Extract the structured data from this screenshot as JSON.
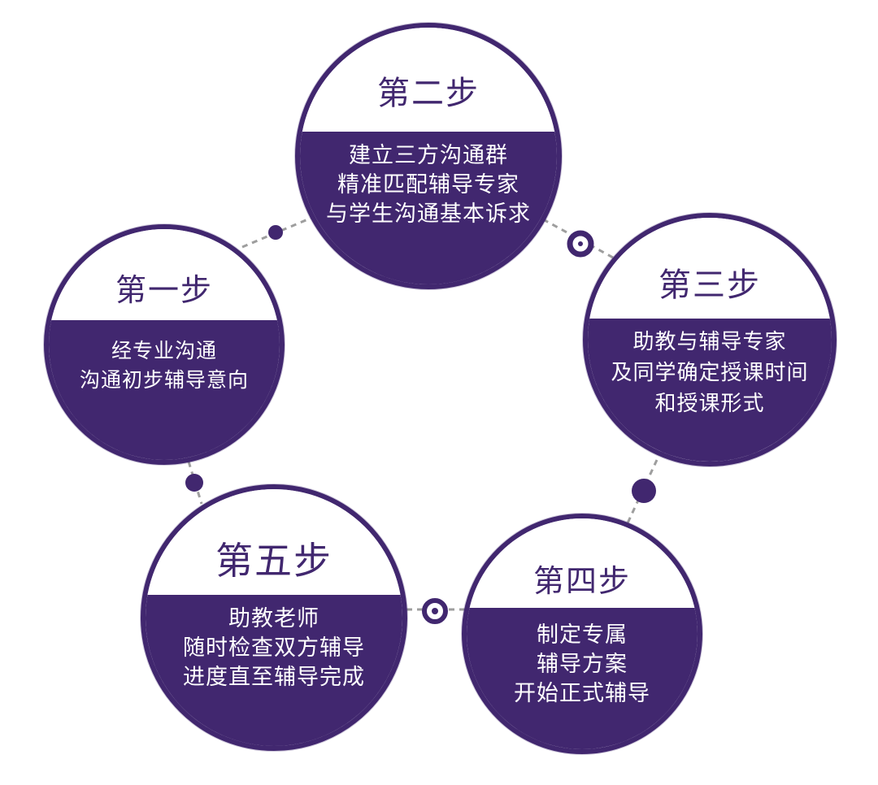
{
  "colors": {
    "primary": "#41276f",
    "connector": "#9e9e9e",
    "background": "#ffffff"
  },
  "steps": [
    {
      "title": "第一步",
      "lines": [
        "经专业沟通",
        "沟通初步辅导意向"
      ]
    },
    {
      "title": "第二步",
      "lines": [
        "建立三方沟通群",
        "精准匹配辅导专家",
        "与学生沟通基本诉求"
      ]
    },
    {
      "title": "第三步",
      "lines": [
        "助教与辅导专家",
        "及同学确定授课时间",
        "和授课形式"
      ]
    },
    {
      "title": "第四步",
      "lines": [
        "制定专属",
        "辅导方案",
        "开始正式辅导"
      ]
    },
    {
      "title": "第五步",
      "lines": [
        "助教老师",
        "随时检查双方辅导",
        "进度直至辅导完成"
      ]
    }
  ]
}
